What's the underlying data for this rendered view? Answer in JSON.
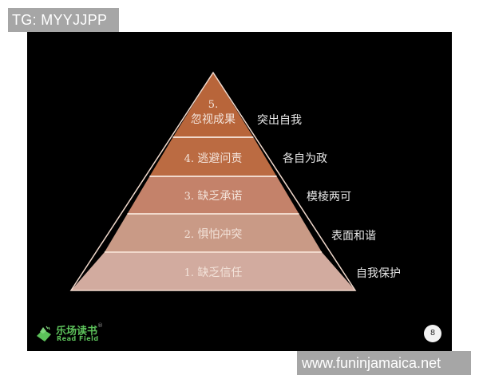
{
  "overlay_top": {
    "text": "TG: MYYJJPP"
  },
  "overlay_bottom": {
    "text": "www.funinjamaica.net"
  },
  "slide": {
    "background": "#000000",
    "pyramid": {
      "levels": [
        {
          "number": "5.",
          "label": "忽视成果",
          "side": "突出自我",
          "color": "#b8653a"
        },
        {
          "number": "4.",
          "label": "逃避问责",
          "side": "各自为政",
          "color": "#bb6b42"
        },
        {
          "number": "3.",
          "label": "缺乏承诺",
          "side": "模棱两可",
          "color": "#c4826a"
        },
        {
          "number": "2.",
          "label": "惧怕冲突",
          "side": "表面和谐",
          "color": "#c99a86"
        },
        {
          "number": "1.",
          "label": "缺乏信任",
          "side": "自我保护",
          "color": "#d2ab9f"
        }
      ],
      "divider_color": "#f1d9cc"
    },
    "logo": {
      "cn": "乐场读书",
      "reg": "®",
      "en": "Read Field",
      "color": "#5cc15a"
    },
    "page_number": "8"
  }
}
